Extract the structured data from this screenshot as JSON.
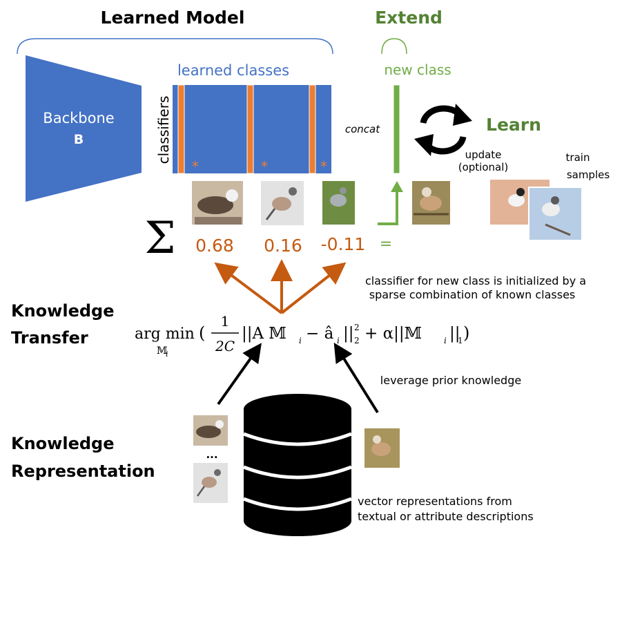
{
  "learned_model": {
    "title": "Learned Model",
    "backbone_label": "Backbone",
    "backbone_symbol": "B",
    "learned_classes_label": "learned classes",
    "classifiers_label": "classifiers",
    "asterisk": "*"
  },
  "extend": {
    "title": "Extend",
    "new_class_label": "new class",
    "concat_label": "concat",
    "learn_label": "Learn",
    "update_line1": "update",
    "update_line2": "(optional)",
    "train_line1": "train",
    "train_line2": "samples"
  },
  "combination": {
    "sum_symbol": "Σ",
    "weights": [
      "0.68",
      "0.16",
      "-0.11"
    ],
    "equals": "=",
    "note_line1": "classifier for new class is initialized by a",
    "note_line2": "sparse combination of known classes"
  },
  "knowledge_transfer": {
    "title_line1": "Knowledge",
    "title_line2": "Transfer",
    "formula": {
      "argmin": "arg min",
      "subscript": "𝕄",
      "subscript_i": "i",
      "frac_num": "1",
      "frac_den": "2C",
      "body": "||A 𝕄",
      "body_i": "i",
      "minus": "− â",
      "minus_i": "i",
      "norm2": "||",
      "sup": "2",
      "sub": "2",
      "plus": "+ α||𝕄",
      "plus_i": "i",
      "tail": "||",
      "tail_sub": "1",
      "close": ")"
    },
    "leverage_label": "leverage prior knowledge"
  },
  "knowledge_representation": {
    "title_line1": "Knowledge",
    "title_line2": "Representation",
    "ellipsis": "...",
    "vector_line1": "vector representations from",
    "vector_line2": "textual or attribute descriptions"
  },
  "colors": {
    "blue": "#4472c4",
    "orange": "#ed7d31",
    "green": "#70ad47",
    "green_text": "#548235",
    "black": "#000000"
  }
}
